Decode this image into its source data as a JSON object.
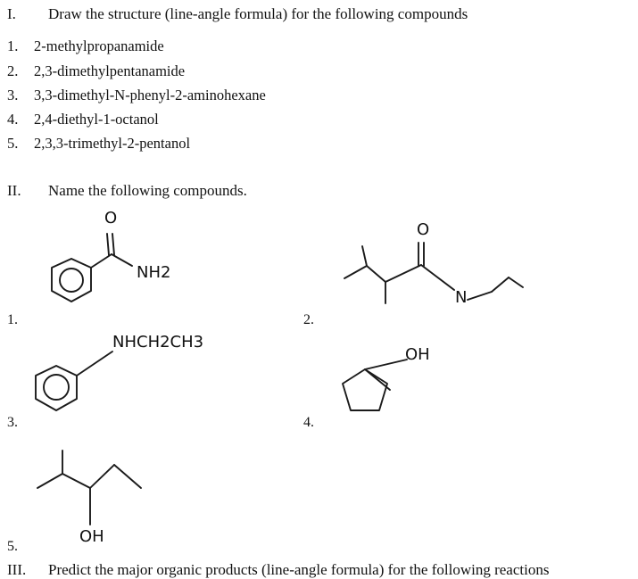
{
  "section1": {
    "roman": "I.",
    "instruction": "Draw the structure (line-angle formula) for the following compounds",
    "items": [
      {
        "num": "1.",
        "name": "2-methylpropanamide"
      },
      {
        "num": "2.",
        "name": "2,3-dimethylpentanamide"
      },
      {
        "num": "3.",
        "name": "3,3-dimethyl-N-phenyl-2-aminohexane"
      },
      {
        "num": "4.",
        "name": "2,4-diethyl-1-octanol"
      },
      {
        "num": "5.",
        "name": "2,3,3-trimethyl-2-pentanol"
      }
    ]
  },
  "section2": {
    "roman": "II.",
    "instruction": "Name the following compounds.",
    "structures": [
      {
        "num": "1.",
        "labels": {
          "oxygen": "O",
          "amine": "NH2"
        }
      },
      {
        "num": "2.",
        "labels": {
          "oxygen": "O",
          "nitrogen": "N"
        }
      },
      {
        "num": "3.",
        "labels": {
          "amine": "NHCH2CH3"
        }
      },
      {
        "num": "4.",
        "labels": {
          "hydroxyl": "OH"
        }
      },
      {
        "num": "5.",
        "labels": {
          "hydroxyl": "OH"
        }
      }
    ]
  },
  "section3": {
    "roman": "III.",
    "instruction_partial": "Predict the major organic products (line-angle formula) for the following reactions"
  }
}
